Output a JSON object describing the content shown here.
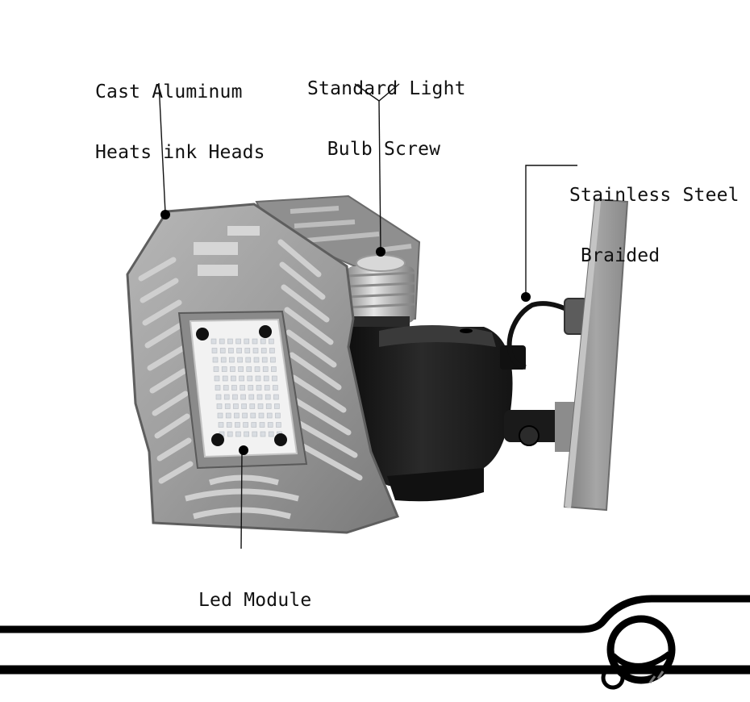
{
  "labels": {
    "heatsink": {
      "line1": "Cast Aluminum",
      "line2": "Heats ink Heads"
    },
    "bulb_screw": {
      "line1": "Standard Light",
      "line2": "Bulb Screw"
    },
    "braided": {
      "line1": "Stainless Steel",
      "line2": "Braided"
    },
    "led_module": {
      "line1": "Led Module"
    }
  },
  "icons": [
    "leader-dot-icon",
    "decorative-loop-logo-icon"
  ],
  "colors": {
    "background": "#ffffff",
    "text": "#111111",
    "aluminum": "#9a9a9a",
    "aluminum_dark": "#6e6e6e",
    "housing": "#1c1c1c",
    "screw": "#c9c9c9",
    "led_panel": "#f1f1f1",
    "decor_lines": "#000000"
  }
}
